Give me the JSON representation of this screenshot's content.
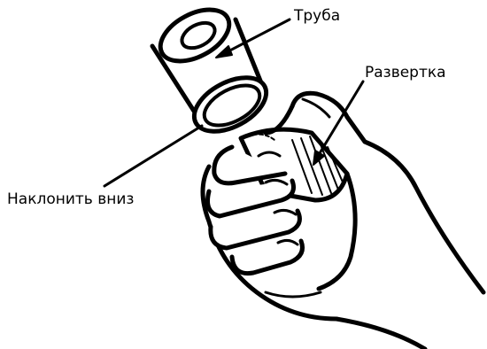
{
  "labels": {
    "pipe": "Труба",
    "reamer": "Развертка",
    "tilt_down": "Наклонить вниз"
  },
  "colors": {
    "line": "#000000",
    "background": "#ffffff"
  }
}
